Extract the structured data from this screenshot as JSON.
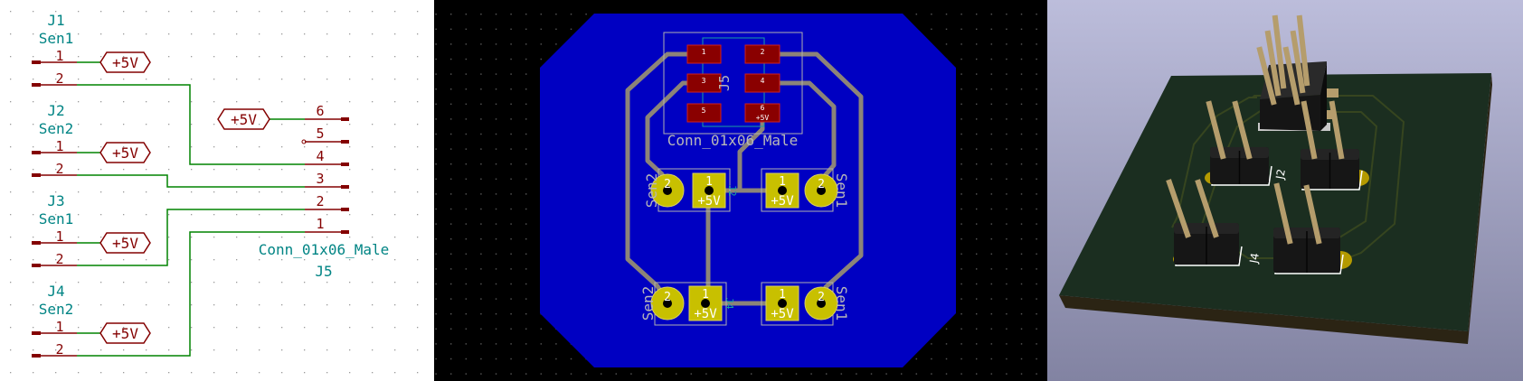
{
  "colors": {
    "schematic_text": "#008484",
    "schematic_pin": "#840000",
    "schematic_wire": "#008400",
    "pcb_background": "#000000",
    "pcb_copper_fill": "#0000c2",
    "pcb_track": "#8c8478",
    "pcb_smd_pad": "#8a0000",
    "pcb_tht_pad": "#c8c000",
    "board_3d": "#1b2e20",
    "background_3d_top": "#bcbddb",
    "background_3d_bottom": "#8283a2"
  },
  "schematic": {
    "sensors": [
      {
        "ref": "J1",
        "value": "Sen1",
        "pins": [
          "1",
          "2"
        ],
        "power": "+5V"
      },
      {
        "ref": "J2",
        "value": "Sen2",
        "pins": [
          "1",
          "2"
        ],
        "power": "+5V"
      },
      {
        "ref": "J3",
        "value": "Sen1",
        "pins": [
          "1",
          "2"
        ],
        "power": "+5V"
      },
      {
        "ref": "J4",
        "value": "Sen2",
        "pins": [
          "1",
          "2"
        ],
        "power": "+5V"
      }
    ],
    "connector": {
      "ref": "J5",
      "value": "Conn_01x06_Male",
      "pins": [
        "6",
        "5",
        "4",
        "3",
        "2",
        "1"
      ],
      "power": "+5V"
    }
  },
  "pcb": {
    "connector": {
      "ref": "J5",
      "value": "Conn_01x06_Male",
      "pads": [
        "1",
        "2",
        "3",
        "4",
        "5",
        "6"
      ],
      "pad6_net": "+5V"
    },
    "headers": [
      {
        "value": "Sen2",
        "pad1": "1",
        "pad1_net": "+5V",
        "pad2": "2"
      },
      {
        "value": "Sen1",
        "pad1": "1",
        "pad1_net": "+5V",
        "pad2": "2"
      },
      {
        "value": "Sen2",
        "pad1": "1",
        "pad1_net": "+5V",
        "pad2": "2"
      },
      {
        "value": "Sen1",
        "pad1": "1",
        "pad1_net": "+5V",
        "pad2": "2"
      }
    ],
    "header_refs": [
      "J2",
      "J4"
    ]
  },
  "view3d": {
    "labels": [
      "J2",
      "J4"
    ]
  }
}
